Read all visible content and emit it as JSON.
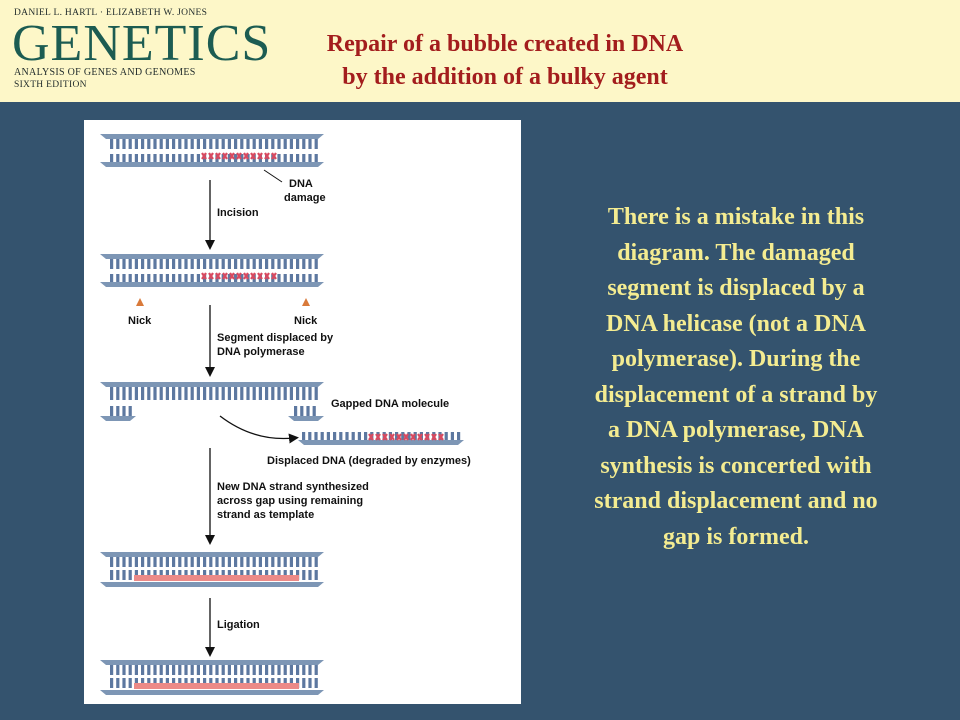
{
  "logo": {
    "authors": "DANIEL L. HARTL · ELIZABETH W. JONES",
    "wordmark": "GENETICS",
    "subtitle": "ANALYSIS OF GENES AND GENOMES",
    "edition": "SIXTH EDITION"
  },
  "title": {
    "line1": "Repair of a bubble created in DNA",
    "line2": "by the addition of a bulky agent"
  },
  "diagram": {
    "labels": {
      "dna_damage_1": "DNA",
      "dna_damage_2": "damage",
      "incision": "Incision",
      "nick_left": "Nick",
      "nick_right": "Nick",
      "segment_1": "Segment displaced by",
      "segment_2": "DNA polymerase",
      "gapped": "Gapped DNA molecule",
      "displaced": "Displaced DNA (degraded by enzymes)",
      "new_strand_1": "New DNA strand synthesized",
      "new_strand_2": "across gap using remaining",
      "new_strand_3": "strand as template",
      "ligation": "Ligation"
    },
    "colors": {
      "strand": "#7d96b5",
      "base": "#5d78a0",
      "damage": "#d94a60",
      "new_strand": "#ec8a87",
      "nick": "#d97a3a"
    }
  },
  "note": {
    "line1": "There is a  mistake in this",
    "line2": "diagram. The damaged",
    "line3": "segment is displaced by a",
    "line4": "DNA helicase (not a DNA",
    "line5": "polymerase). During the",
    "line6": "displacement of a strand by",
    "line7": "a DNA polymerase, DNA",
    "line8": "synthesis is concerted with",
    "line9": "strand displacement and no",
    "line10": "gap is formed."
  }
}
